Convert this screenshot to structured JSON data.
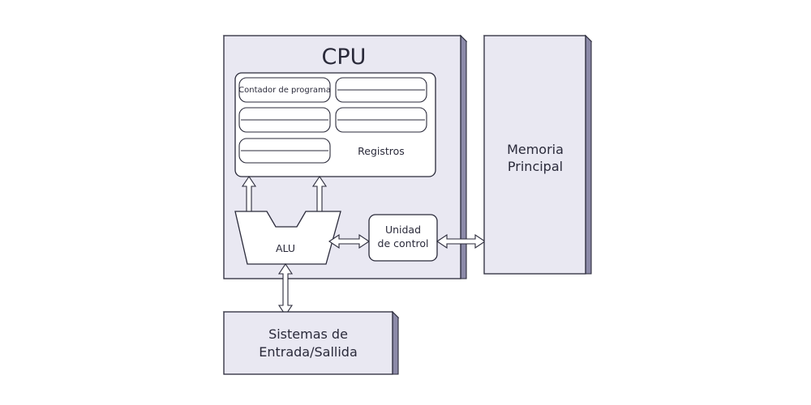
{
  "cpu": {
    "title": "CPU"
  },
  "registers": {
    "program_counter_label": "Contador de programa",
    "group_label": "Registros"
  },
  "alu": {
    "label": "ALU"
  },
  "control_unit": {
    "line1": "Unidad",
    "line2": "de control"
  },
  "main_memory": {
    "line1": "Memoria",
    "line2": "Principal"
  },
  "io_systems": {
    "line1": "Sistemas de",
    "line2": "Entrada/Sallida"
  }
}
